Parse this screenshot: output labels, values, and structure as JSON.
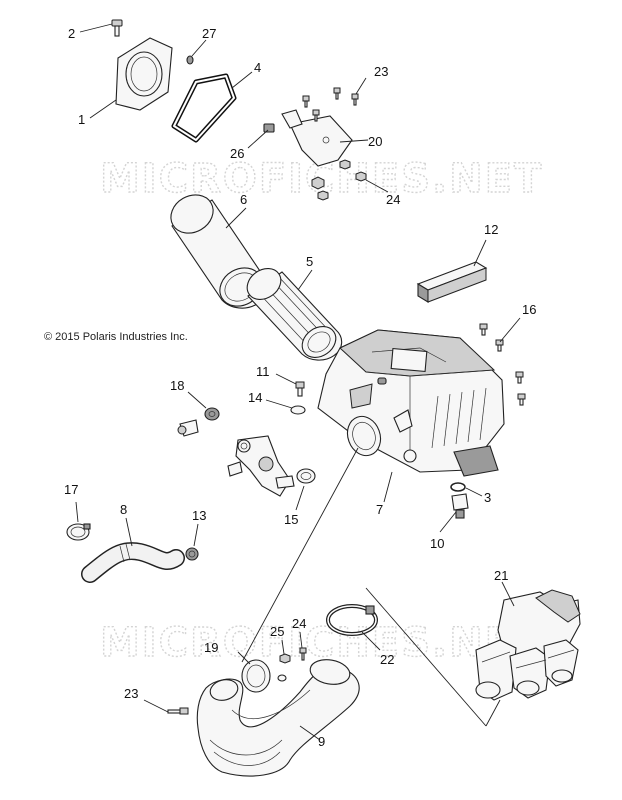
{
  "copyright": "© 2015 Polaris Industries Inc.",
  "watermarks": [
    "MICROFICHES.NET",
    "MICROFICHES.NET"
  ],
  "callouts": {
    "n1": "1",
    "n2": "2",
    "n3": "3",
    "n4": "4",
    "n5": "5",
    "n6": "6",
    "n7": "7",
    "n8": "8",
    "n9": "9",
    "n10": "10",
    "n11": "11",
    "n12": "12",
    "n13": "13",
    "n14": "14",
    "n15": "15",
    "n16": "16",
    "n17": "17",
    "n18": "18",
    "n19": "19",
    "n20": "20",
    "n21": "21",
    "n22": "22",
    "n23a": "23",
    "n23b": "23",
    "n24a": "24",
    "n24b": "24",
    "n25": "25",
    "n26": "26",
    "n27": "27"
  },
  "colors": {
    "line": "#222222",
    "watermark": "#d4d4d4",
    "background": "#ffffff"
  }
}
